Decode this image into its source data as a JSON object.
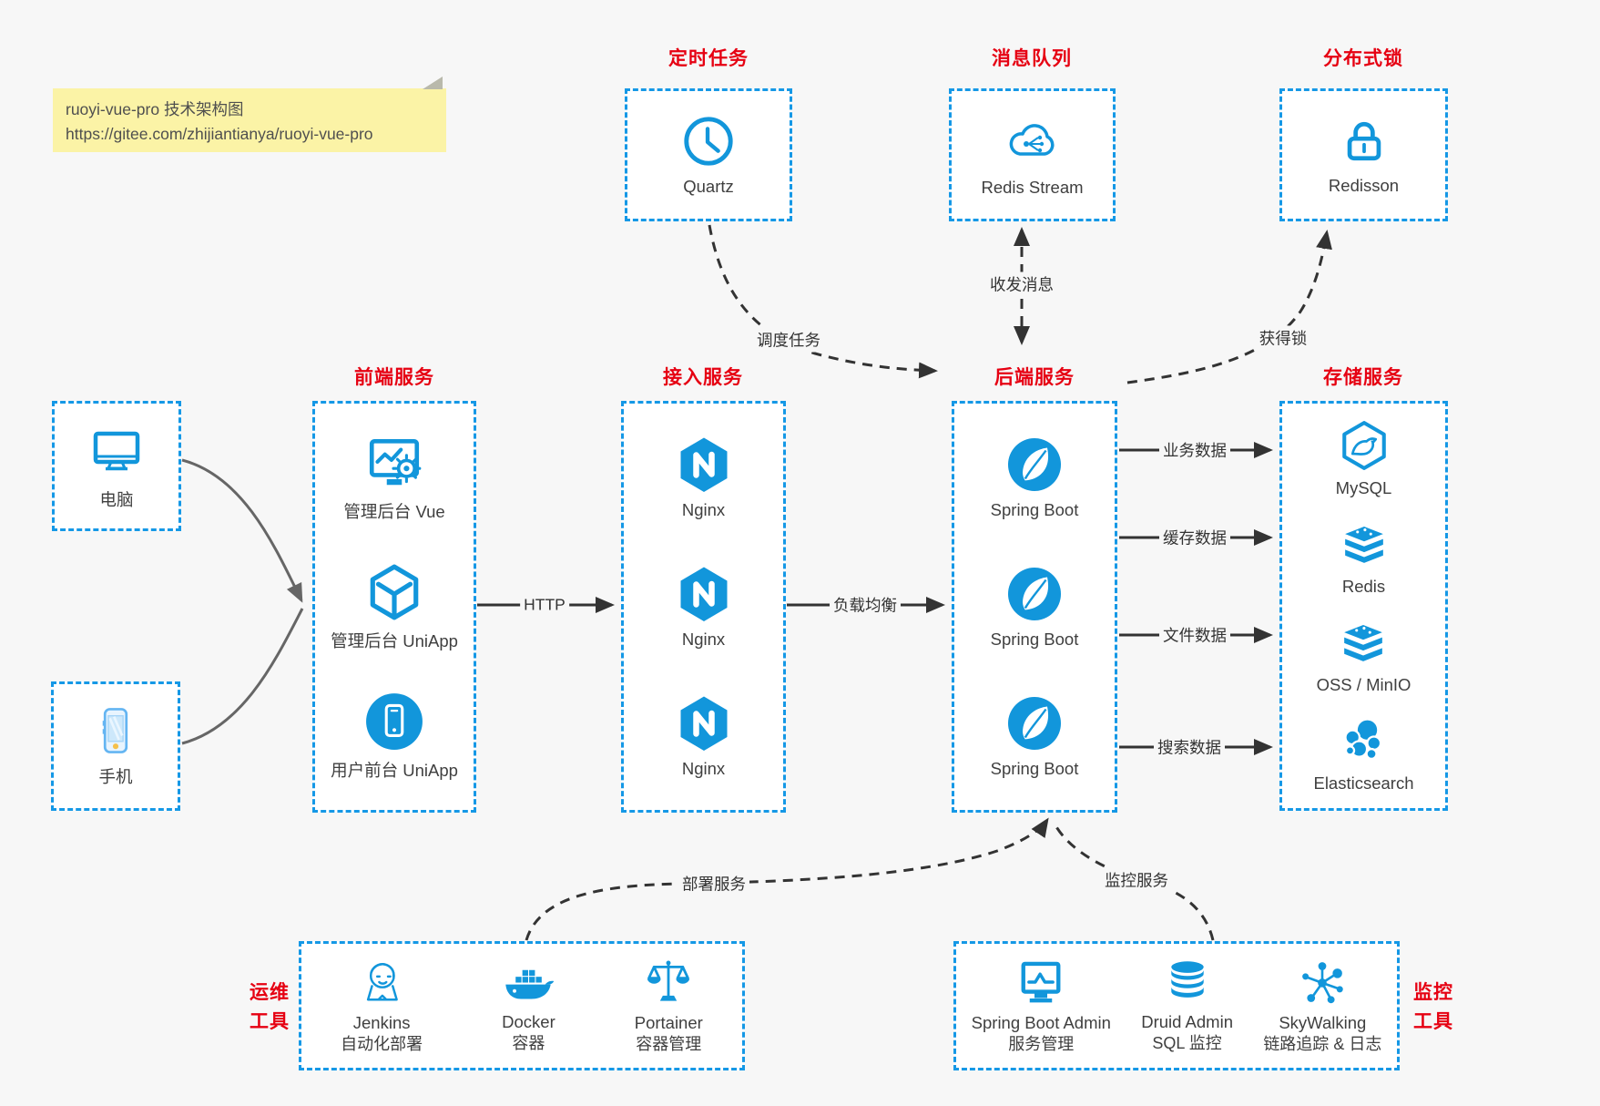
{
  "note": {
    "line1": "ruoyi-vue-pro 技术架构图",
    "line2": "https://gitee.com/zhijiantianya/ruoyi-vue-pro"
  },
  "colors": {
    "accent_blue": "#1296db",
    "border_blue": "#1598e6",
    "title_red": "#e60012",
    "canvas_bg": "#f7f7f7",
    "line_dark": "#333333",
    "line_gray": "#666666",
    "note_yellow": "#fbf3a6"
  },
  "groups": {
    "scheduler": {
      "title": "定时任务"
    },
    "mq": {
      "title": "消息队列"
    },
    "lock": {
      "title": "分布式锁"
    },
    "frontend": {
      "title": "前端服务"
    },
    "gateway": {
      "title": "接入服务"
    },
    "backend": {
      "title": "后端服务"
    },
    "storage": {
      "title": "存储服务"
    },
    "ops": {
      "title_line1": "运维",
      "title_line2": "工具"
    },
    "monitor": {
      "title_line1": "监控",
      "title_line2": "工具"
    }
  },
  "nodes": {
    "quartz": {
      "label": "Quartz"
    },
    "redis_stream": {
      "label": "Redis Stream"
    },
    "redisson": {
      "label": "Redisson"
    },
    "computer": {
      "label": "电脑"
    },
    "phone": {
      "label": "手机"
    },
    "admin_vue": {
      "label": "管理后台 Vue"
    },
    "admin_uniapp": {
      "label": "管理后台 UniApp"
    },
    "user_uniapp": {
      "label": "用户前台 UniApp"
    },
    "nginx": {
      "label": "Nginx"
    },
    "spring_boot": {
      "label": "Spring Boot"
    },
    "mysql": {
      "label": "MySQL"
    },
    "redis": {
      "label": "Redis"
    },
    "oss": {
      "label": "OSS / MinIO"
    },
    "elasticsearch": {
      "label": "Elasticsearch"
    },
    "jenkins": {
      "label": "Jenkins",
      "sublabel": "自动化部署"
    },
    "docker": {
      "label": "Docker",
      "sublabel": "容器"
    },
    "portainer": {
      "label": "Portainer",
      "sublabel": "容器管理"
    },
    "sba": {
      "label": "Spring Boot Admin",
      "sublabel": "服务管理"
    },
    "druid": {
      "label": "Druid Admin",
      "sublabel": "SQL 监控"
    },
    "skywalking": {
      "label": "SkyWalking",
      "sublabel": "链路追踪 & 日志"
    }
  },
  "edges": {
    "http": "HTTP",
    "lb": "负载均衡",
    "biz": "业务数据",
    "cache": "缓存数据",
    "file": "文件数据",
    "search": "搜索数据",
    "schedule": "调度任务",
    "message": "收发消息",
    "acquire_lock": "获得锁",
    "deploy": "部署服务",
    "monitor": "监控服务"
  }
}
